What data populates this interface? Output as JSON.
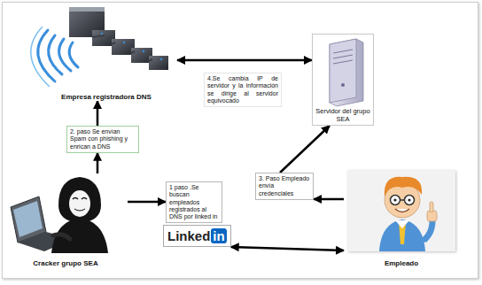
{
  "diagram": {
    "nodes": [
      {
        "text": [
          "Empresa registradora DNS"
        ]
      },
      {
        "text": [
          "4.Se cambia IP de servidor y la información se dirige al servidor equivocado"
        ]
      },
      {
        "text": [
          "Servidor del grupo SEA"
        ]
      },
      {
        "text": [
          "2. paso Se envían Spam con phishing y enrican a DNS"
        ]
      },
      {
        "text": [
          "1 paso .Se buscan empleados registrados al DNS por linked in"
        ]
      },
      {
        "text": [
          "3. Paso Empleado envía credenciales"
        ]
      },
      {
        "text": [
          "Cracker grupo SEA"
        ]
      },
      {
        "text": [
          "Linked",
          "in"
        ]
      },
      {
        "text": [
          "Empleado"
        ]
      }
    ],
    "edges": [
      {
        "from": 6,
        "to": 3,
        "arrow": "to"
      },
      {
        "from": 3,
        "to": 0,
        "arrow": "to"
      },
      {
        "from": 6,
        "to": 4,
        "arrow": "to"
      },
      {
        "from": 7,
        "to": 8,
        "arrow": "both"
      },
      {
        "from": 8,
        "to": 5,
        "arrow": "to"
      },
      {
        "from": 5,
        "to": 2,
        "arrow": "to"
      },
      {
        "from": 0,
        "to": 2,
        "arrow": "both"
      }
    ]
  }
}
